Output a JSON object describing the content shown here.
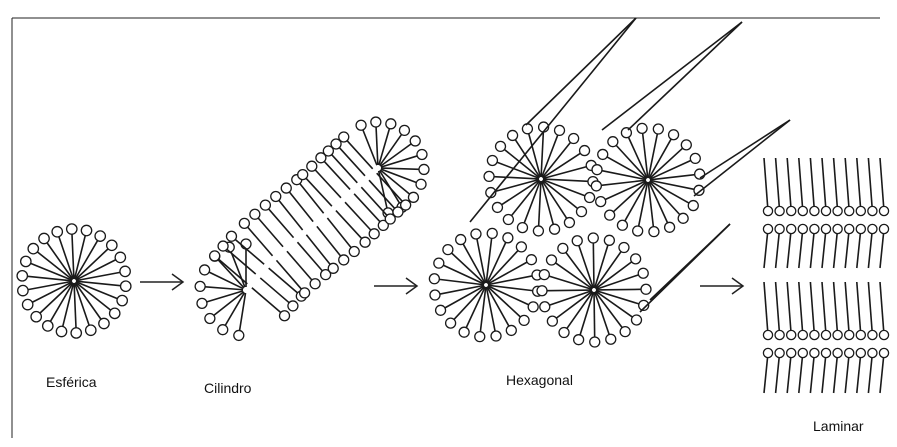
{
  "labels": {
    "spherical": "Esférica",
    "cylinder": "Cilindro",
    "hexagonal": "Hexagonal",
    "lamellar": "Laminar"
  },
  "colors": {
    "ink": "#1a1a1a",
    "background": "#ffffff"
  }
}
